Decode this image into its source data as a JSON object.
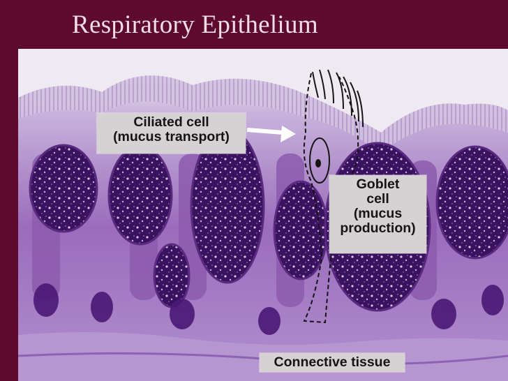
{
  "slide": {
    "title": "Respiratory Epithelium",
    "background_color": "#5e0a2e",
    "title_color": "#f1dde6"
  },
  "micrograph": {
    "stain_colors": {
      "tissue": "#b89ad0",
      "cytoplasm": "#8a56a8",
      "nuclei": "#3a0f5c",
      "cilia": "#c6b0d8"
    },
    "labels": {
      "ciliated_cell": {
        "line1": "Ciliated cell",
        "line2": "(mucus transport)"
      },
      "goblet_cell": {
        "line1": "Goblet",
        "line2": "cell",
        "line3": "(mucus",
        "line4": "production)"
      },
      "connective_tissue": "Connective tissue"
    }
  }
}
